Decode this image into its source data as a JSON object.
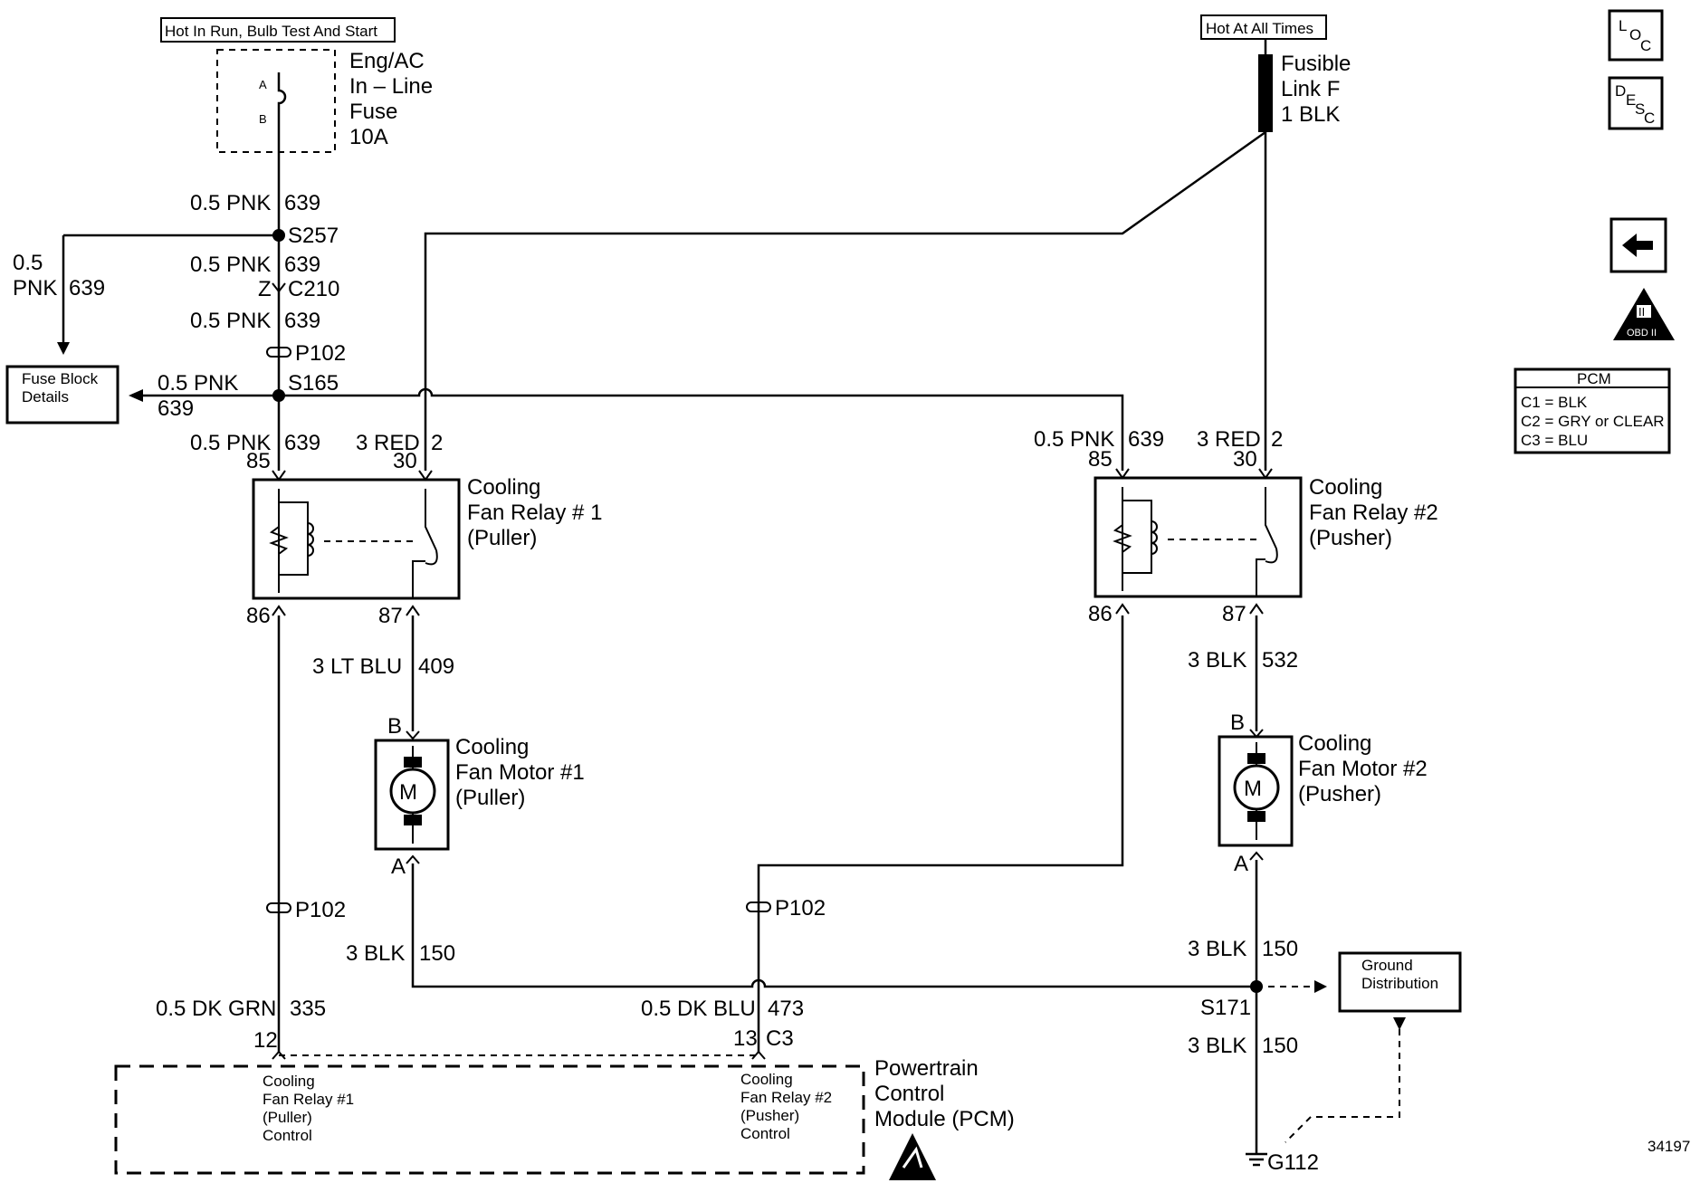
{
  "top_left": {
    "source": "Hot In Run, Bulb Test And Start",
    "fuse_name": [
      "Eng/AC",
      "In – Line",
      "Fuse",
      "10A"
    ],
    "pin_a": "A",
    "pin_b": "B"
  },
  "top_right": {
    "source": "Hot At All Times",
    "link": [
      "Fusible",
      "Link F",
      "1 BLK"
    ]
  },
  "side_icons": {
    "loc": "LOC",
    "desc": "DESC",
    "back": "back-arrow",
    "obd": "OBD II",
    "obd_ii": "II",
    "obd_text": "OBD II"
  },
  "pcm_legend": {
    "title": "PCM",
    "lines": [
      "C1 = BLK",
      "C2 = GRY or CLEAR",
      "C3 = BLU"
    ]
  },
  "wires": {
    "w1": "0.5 PNK",
    "w1n": "639",
    "s257": "S257",
    "w2": "0.5 PNK",
    "w2n": "639",
    "c210_z": "Z",
    "c210": "C210",
    "w3": "0.5 PNK",
    "w3n": "639",
    "p102_a": "P102",
    "left_branch_a": "0.5",
    "left_branch_b": "PNK",
    "left_branch_n": "639",
    "fuse_block": [
      "Fuse Block",
      "Details"
    ],
    "s165_w": "0.5 PNK",
    "s165_n": "639",
    "s165": "S165",
    "w4": "0.5 PNK",
    "w4n": "639",
    "red1": "3 RED",
    "red1n": "2",
    "w5": "0.5 PNK",
    "w5n": "639",
    "red2": "3 RED",
    "red2n": "2",
    "ltblu": "3 LT BLU",
    "ltblun": "409",
    "blk532": "3 BLK",
    "blk532n": "532",
    "p102_b": "P102",
    "p102_c": "P102",
    "blk150a": "3 BLK",
    "blk150an": "150",
    "blk150b": "3 BLK",
    "blk150bn": "150",
    "s171": "S171",
    "blk150c": "3 BLK",
    "blk150cn": "150",
    "g112": "G112",
    "dkgrn": "0.5 DK GRN",
    "dkgrnn": "335",
    "dkblu": "0.5 DK BLU",
    "dkblun": "473",
    "pin12": "12",
    "pin13": "13",
    "c3": "C3"
  },
  "relay1": {
    "name": [
      "Cooling",
      "Fan Relay # 1",
      "(Puller)"
    ],
    "p85": "85",
    "p30": "30",
    "p86": "86",
    "p87": "87"
  },
  "relay2": {
    "name": [
      "Cooling",
      "Fan Relay #2",
      "(Pusher)"
    ],
    "p85": "85",
    "p30": "30",
    "p86": "86",
    "p87": "87"
  },
  "motor1": {
    "name": [
      "Cooling",
      "Fan Motor #1",
      "(Puller)"
    ],
    "pb": "B",
    "pa": "A",
    "m": "M"
  },
  "motor2": {
    "name": [
      "Cooling",
      "Fan Motor #2",
      "(Pusher)"
    ],
    "pb": "B",
    "pa": "A",
    "m": "M"
  },
  "ground_dist": [
    "Ground",
    "Distribution"
  ],
  "pcm": {
    "name": [
      "Powertrain",
      "Control",
      "Module (PCM)"
    ],
    "ctrl1": [
      "Cooling",
      "Fan Relay #1",
      "(Puller)",
      "Control"
    ],
    "ctrl2": [
      "Cooling",
      "Fan Relay #2",
      "(Pusher)",
      "Control"
    ]
  },
  "figure_id": "34197"
}
